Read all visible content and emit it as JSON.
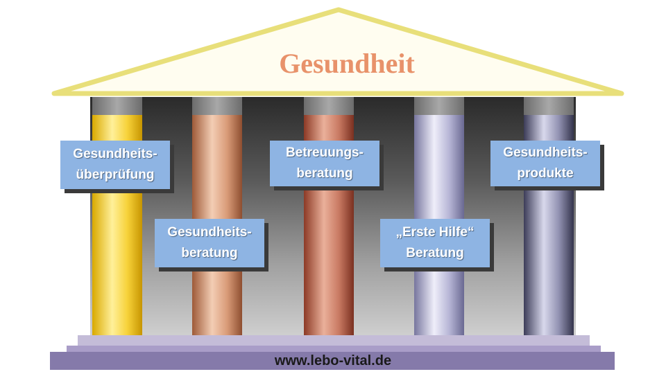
{
  "roof": {
    "title": "Gesundheit",
    "fill_color": "#fffdf0",
    "stroke_color": "#e8df7a",
    "title_color": "#e8926a"
  },
  "columns": [
    {
      "name": "gelb"
    },
    {
      "name": "pfirsich"
    },
    {
      "name": "kupfer"
    },
    {
      "name": "lavendel"
    },
    {
      "name": "stahlblau"
    }
  ],
  "labels": [
    {
      "line1": "Gesundheits-",
      "line2": "überprüfung"
    },
    {
      "line1": "Gesundheits-",
      "line2": "beratung"
    },
    {
      "line1": "Betreuungs-",
      "line2": "beratung"
    },
    {
      "line1": "„Erste Hilfe“",
      "line2": "Beratung"
    },
    {
      "line1": "Gesundheits-",
      "line2": "produkte"
    }
  ],
  "footer": {
    "url": "www.lebo-vital.de"
  },
  "colors": {
    "label_bg": "#8eb4e3",
    "label_shadow": "#3a3a3a",
    "base": "#857aaa"
  }
}
